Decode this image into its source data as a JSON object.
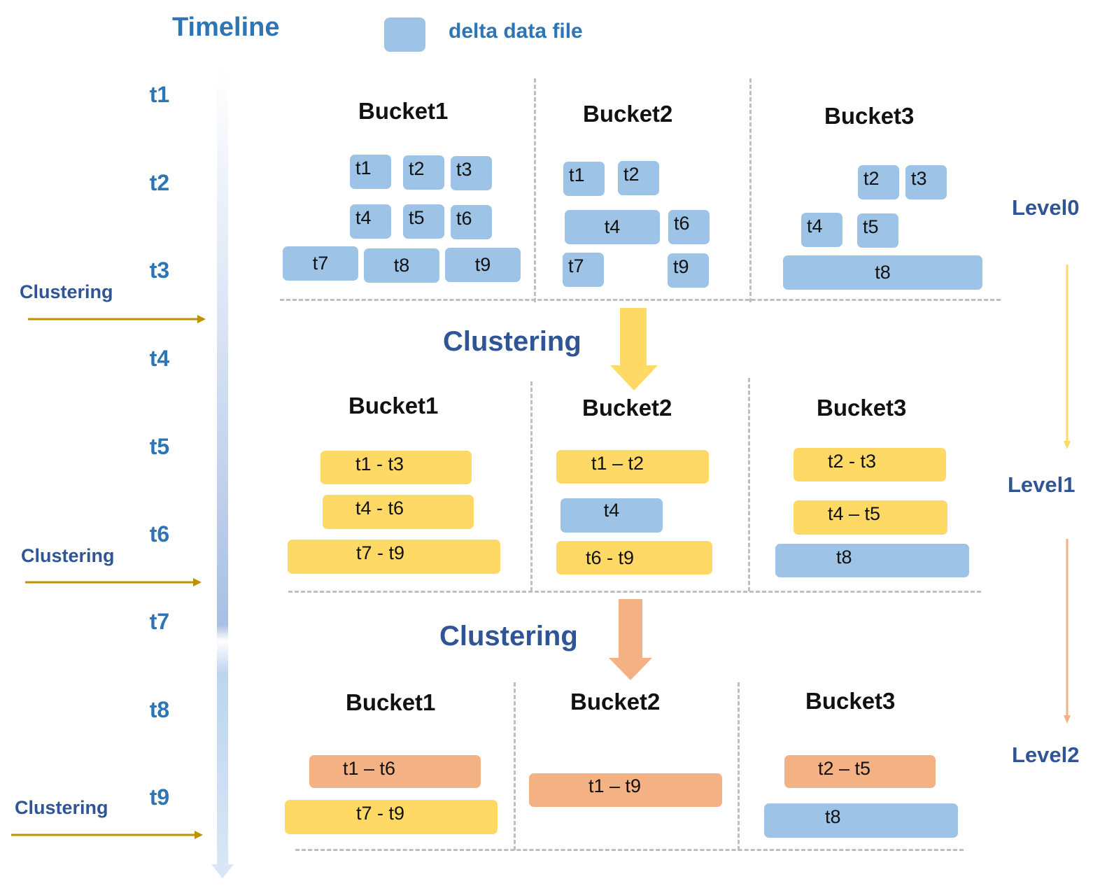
{
  "header": {
    "title": "Timeline",
    "legend_label": "delta data file"
  },
  "timeline": {
    "ticks": [
      "t1",
      "t2",
      "t3",
      "t4",
      "t5",
      "t6",
      "t7",
      "t8",
      "t9"
    ],
    "clustering_label": "Clustering"
  },
  "levels": [
    "Level0",
    "Level1",
    "Level2"
  ],
  "section_clustering_label": "Clustering",
  "level0": {
    "buckets": [
      {
        "name": "Bucket1",
        "files": [
          "t1",
          "t2",
          "t3",
          "t4",
          "t5",
          "t6",
          "t7",
          "t8",
          "t9"
        ]
      },
      {
        "name": "Bucket2",
        "files": [
          "t1",
          "t2",
          "t4",
          "t6",
          "t7",
          "t9"
        ]
      },
      {
        "name": "Bucket3",
        "files": [
          "t2",
          "t3",
          "t4",
          "t5",
          "t8"
        ]
      }
    ]
  },
  "level1": {
    "buckets": [
      {
        "name": "Bucket1",
        "files": [
          "t1 - t3",
          "t4 - t6",
          "t7 - t9"
        ]
      },
      {
        "name": "Bucket2",
        "files": [
          "t1 – t2",
          "t4",
          "t6 - t9"
        ]
      },
      {
        "name": "Bucket3",
        "files": [
          "t2 - t3",
          "t4 – t5",
          "t8"
        ]
      }
    ]
  },
  "level2": {
    "buckets": [
      {
        "name": "Bucket1",
        "files": [
          "t1 – t6",
          "t7 - t9"
        ]
      },
      {
        "name": "Bucket2",
        "files": [
          "t1 – t9"
        ]
      },
      {
        "name": "Bucket3",
        "files": [
          "t2 – t5",
          "t8"
        ]
      }
    ]
  },
  "colors": {
    "delta_blue": "#9dc3e6",
    "level1_yellow": "#ffd966",
    "level2_orange": "#f4b183",
    "label_blue": "#2e75b6",
    "label_dark_blue": "#2f5597",
    "timeline_arrow": "#c09000"
  }
}
